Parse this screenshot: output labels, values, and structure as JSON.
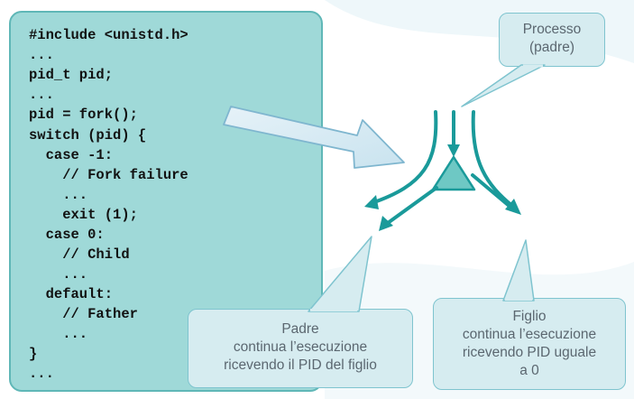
{
  "code": {
    "lines": [
      "#include <unistd.h>",
      "...",
      "pid_t pid;",
      "...",
      "pid = fork();",
      "switch (pid) {",
      "  case -1:",
      "    // Fork failure",
      "    ...",
      "    exit (1);",
      "  case 0:",
      "    // Child",
      "    ...",
      "  default:",
      "    // Father",
      "    ...",
      "}",
      "..."
    ]
  },
  "callouts": {
    "process": {
      "line1": "Processo",
      "line2": "(padre)"
    },
    "parent": {
      "line1": "Padre",
      "line2": "continua l’esecuzione",
      "line3": "ricevendo il PID del figlio"
    },
    "child": {
      "line1": "Figlio",
      "line2": "continua l’esecuzione",
      "line3": "ricevendo PID uguale",
      "line4": "a 0"
    }
  },
  "colors": {
    "code_panel": "#9fd9d8",
    "arrow_teal": "#1a9a9a",
    "callout_bg": "#d6ecf0",
    "callout_border": "#7fc4cf"
  }
}
